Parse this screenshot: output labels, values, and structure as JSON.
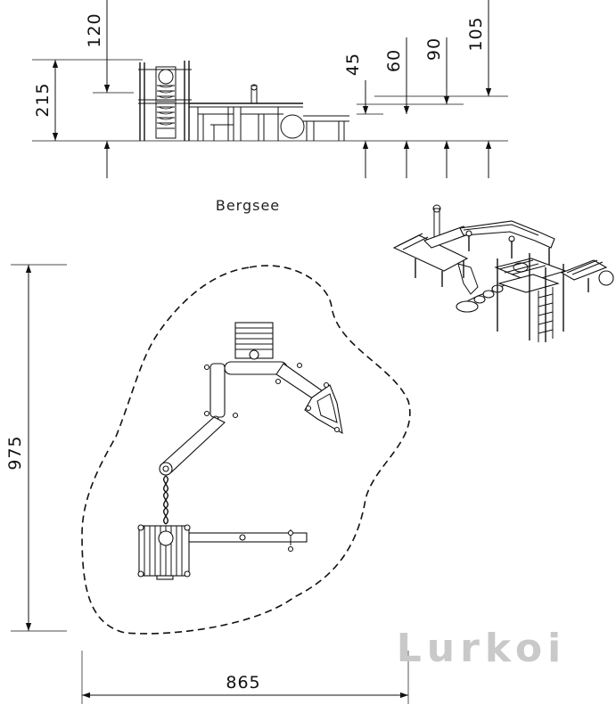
{
  "title": "Bergsee",
  "brand": "Lurkoi",
  "dimensions": {
    "height_total": "215",
    "height_upper": "120",
    "platform_45": "45",
    "platform_60": "60",
    "platform_90": "90",
    "platform_105": "105",
    "plan_depth": "975",
    "plan_width": "865"
  }
}
